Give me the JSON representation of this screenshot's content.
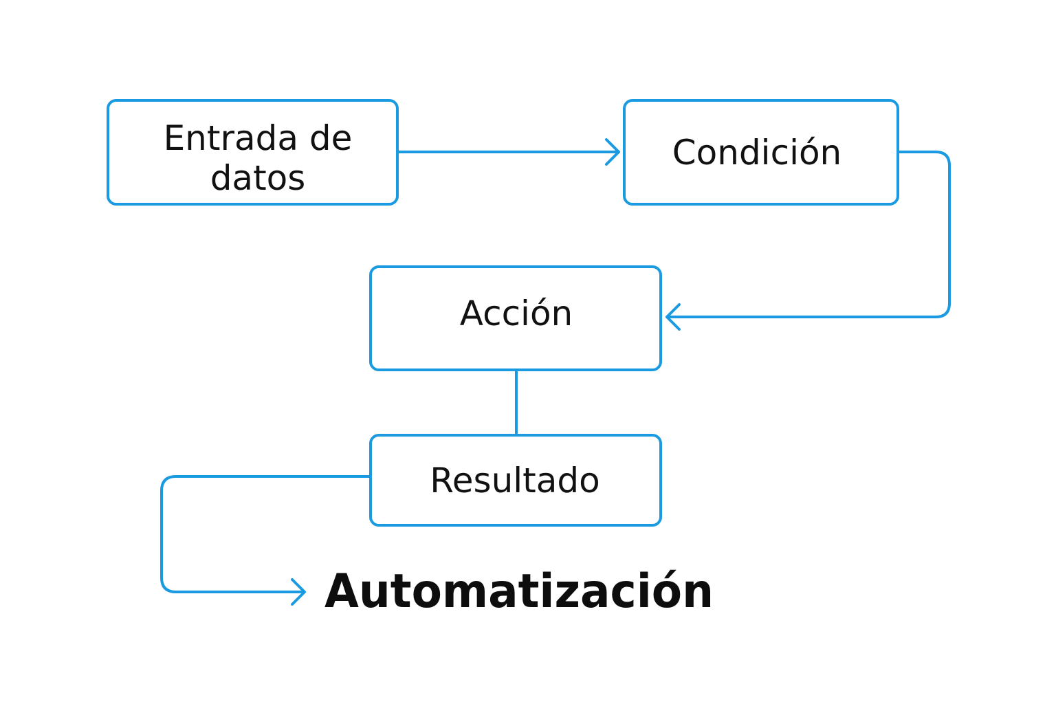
{
  "colors": {
    "stroke": "#1a9ae0",
    "text": "#111111",
    "background": "#ffffff"
  },
  "nodes": {
    "entrada": {
      "line1": "Entrada de",
      "line2": "datos"
    },
    "condicion": {
      "label": "Condición"
    },
    "accion": {
      "label": "Acción"
    },
    "resultado": {
      "label": "Resultado"
    }
  },
  "final_label": "Automatización"
}
